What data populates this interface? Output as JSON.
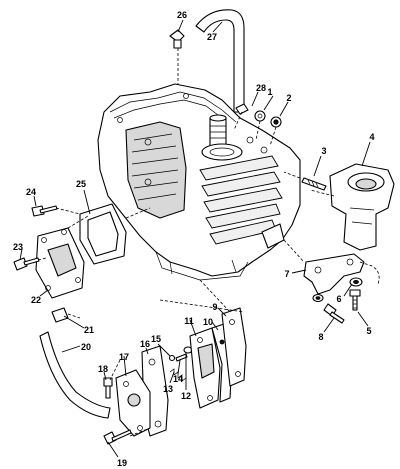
{
  "callouts": [
    {
      "id": "p1",
      "text": "1"
    },
    {
      "id": "p2",
      "text": "2"
    },
    {
      "id": "p3",
      "text": "3"
    },
    {
      "id": "p4",
      "text": "4"
    },
    {
      "id": "p5",
      "text": "5"
    },
    {
      "id": "p6",
      "text": "6"
    },
    {
      "id": "p7",
      "text": "7"
    },
    {
      "id": "p8",
      "text": "8"
    },
    {
      "id": "p9",
      "text": "9"
    },
    {
      "id": "p10",
      "text": "10"
    },
    {
      "id": "p11",
      "text": "11"
    },
    {
      "id": "p12",
      "text": "12"
    },
    {
      "id": "p13",
      "text": "13"
    },
    {
      "id": "p14",
      "text": "14"
    },
    {
      "id": "p15",
      "text": "15"
    },
    {
      "id": "p16",
      "text": "16"
    },
    {
      "id": "p17",
      "text": "17"
    },
    {
      "id": "p18",
      "text": "18"
    },
    {
      "id": "p19",
      "text": "19"
    },
    {
      "id": "p20",
      "text": "20"
    },
    {
      "id": "p21",
      "text": "21"
    },
    {
      "id": "p22",
      "text": "22"
    },
    {
      "id": "p23",
      "text": "23"
    },
    {
      "id": "p24",
      "text": "24"
    },
    {
      "id": "p25",
      "text": "25"
    },
    {
      "id": "p26",
      "text": "26"
    },
    {
      "id": "p27",
      "text": "27"
    },
    {
      "id": "p28",
      "text": "28"
    }
  ]
}
